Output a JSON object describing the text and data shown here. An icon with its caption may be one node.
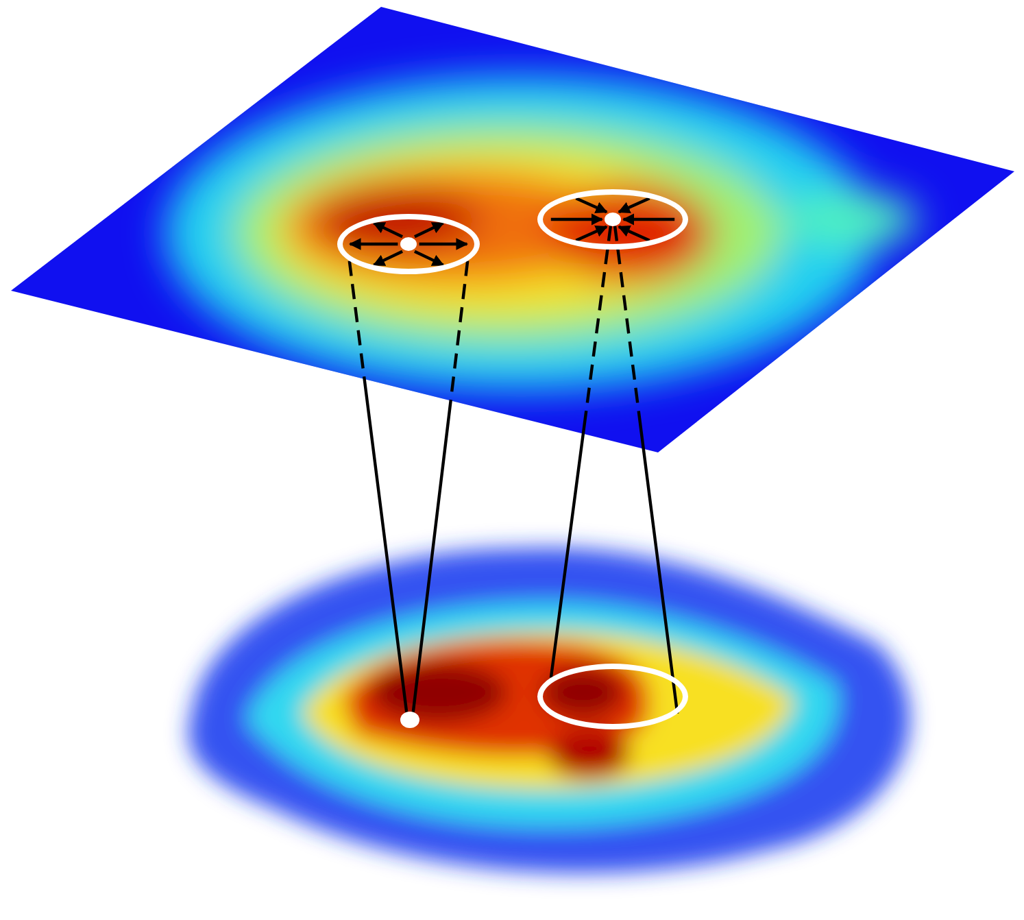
{
  "diagram": {
    "nodes": [
      {
        "text": [],
        "shape": "circle"
      },
      {
        "text": [],
        "shape": "circle",
        "in": 0
      },
      {
        "text": [],
        "shape": "circle"
      },
      {
        "text": [],
        "shape": "circle",
        "in": 2
      },
      {
        "text": [],
        "shape": "circle"
      },
      {
        "text": [],
        "shape": "circle"
      }
    ],
    "edges": [
      {
        "from": 0,
        "to": 4,
        "arrow": "none",
        "style": "dashed"
      },
      {
        "from": 0,
        "to": 4,
        "arrow": "none",
        "style": "dashed"
      },
      {
        "from": 3,
        "to": 5,
        "arrow": "none",
        "style": "dashed"
      },
      {
        "from": 3,
        "to": 5,
        "arrow": "none",
        "style": "dashed"
      },
      {
        "from": 1,
        "to": 0,
        "arrow": "to"
      },
      {
        "from": 1,
        "to": 0,
        "arrow": "to"
      },
      {
        "from": 1,
        "to": 0,
        "arrow": "to"
      },
      {
        "from": 1,
        "to": 0,
        "arrow": "to"
      },
      {
        "from": 1,
        "to": 0,
        "arrow": "to"
      },
      {
        "from": 1,
        "to": 0,
        "arrow": "to"
      },
      {
        "from": 2,
        "to": 3,
        "arrow": "to"
      },
      {
        "from": 2,
        "to": 3,
        "arrow": "to"
      },
      {
        "from": 2,
        "to": 3,
        "arrow": "to"
      },
      {
        "from": 2,
        "to": 3,
        "arrow": "to"
      },
      {
        "from": 2,
        "to": 3,
        "arrow": "to"
      },
      {
        "from": 2,
        "to": 3,
        "arrow": "to"
      }
    ]
  }
}
